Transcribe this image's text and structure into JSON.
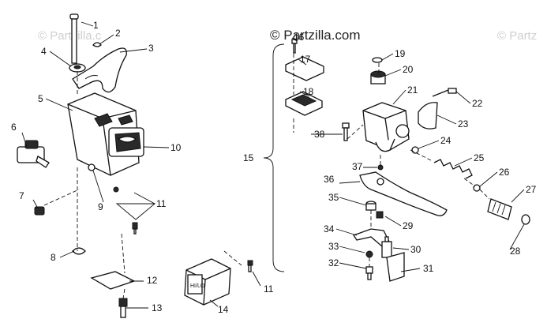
{
  "watermark": {
    "main": "© Partzilla.com",
    "ghost_left": "© Partzilla.c",
    "ghost_right": "© Partz"
  },
  "switch_label": "HI/LO",
  "callouts": {
    "p1": "1",
    "p2": "2",
    "p3": "3",
    "p4": "4",
    "p5": "5",
    "p6": "6",
    "p7": "7",
    "p8": "8",
    "p9": "9",
    "p10": "10",
    "p11a": "11",
    "p11b": "11",
    "p12": "12",
    "p13": "13",
    "p14": "14",
    "p15": "15",
    "p16": "16",
    "p17": "17",
    "p18": "18",
    "p19": "19",
    "p20": "20",
    "p21": "21",
    "p22": "22",
    "p23": "23",
    "p24": "24",
    "p25": "25",
    "p26": "26",
    "p27": "27",
    "p28": "28",
    "p29": "29",
    "p30": "30",
    "p31": "31",
    "p32": "32",
    "p33": "33",
    "p34": "34",
    "p35": "35",
    "p36": "36",
    "p37": "37",
    "p38": "38"
  }
}
